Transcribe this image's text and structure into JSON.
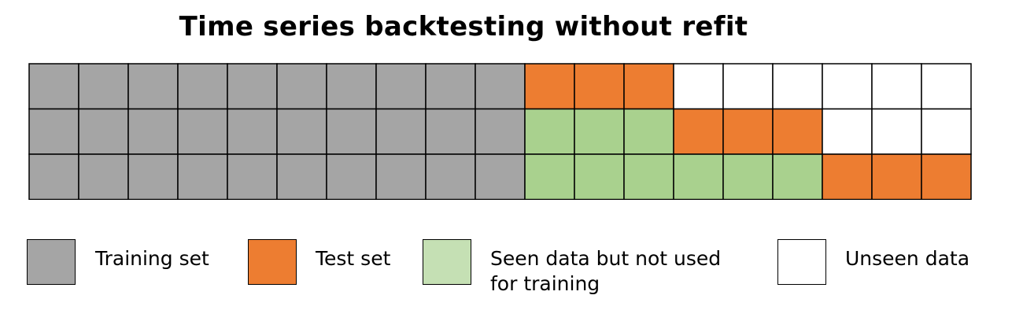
{
  "title": "Time series backtesting without refit",
  "colors": {
    "train": "#a5a5a5",
    "test": "#ed7d31",
    "seen": "#a9d18e",
    "seen_legend": "#c5e0b4",
    "unseen": "#ffffff"
  },
  "folds": [
    [
      "train",
      "train",
      "train",
      "train",
      "train",
      "train",
      "train",
      "train",
      "train",
      "train",
      "test",
      "test",
      "test",
      "unseen",
      "unseen",
      "unseen",
      "unseen",
      "unseen",
      "unseen"
    ],
    [
      "train",
      "train",
      "train",
      "train",
      "train",
      "train",
      "train",
      "train",
      "train",
      "train",
      "seen",
      "seen",
      "seen",
      "test",
      "test",
      "test",
      "unseen",
      "unseen",
      "unseen"
    ],
    [
      "train",
      "train",
      "train",
      "train",
      "train",
      "train",
      "train",
      "train",
      "train",
      "train",
      "seen",
      "seen",
      "seen",
      "seen",
      "seen",
      "seen",
      "test",
      "test",
      "test"
    ]
  ],
  "legend": {
    "training": "Training set",
    "test": "Test set",
    "seen_line1": "Seen data but not used",
    "seen_line2": "for training",
    "unseen": "Unseen data"
  }
}
